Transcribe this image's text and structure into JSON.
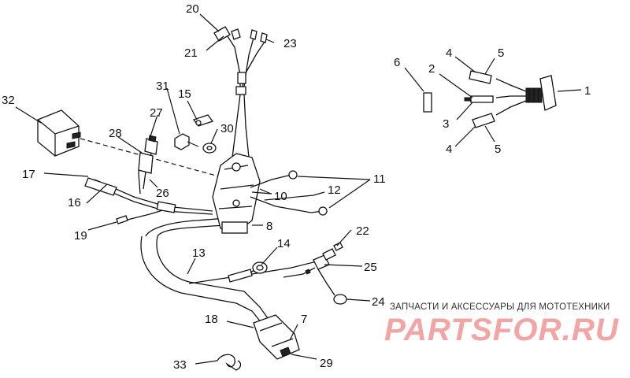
{
  "labels": [
    "1",
    "2",
    "3",
    "4",
    "4",
    "5",
    "5",
    "6",
    "7",
    "8",
    "10",
    "11",
    "12",
    "13",
    "14",
    "15",
    "16",
    "17",
    "18",
    "19",
    "20",
    "21",
    "22",
    "23",
    "24",
    "25",
    "26",
    "27",
    "28",
    "29",
    "30",
    "31",
    "32",
    "33"
  ],
  "watermark": {
    "tagline": "ЗАПЧАСТИ И АКСЕССУАРЫ ДЛЯ МОТОТЕХНИКИ",
    "logo": "PARTSFOR.RU",
    "color": "#f2a5a5"
  }
}
